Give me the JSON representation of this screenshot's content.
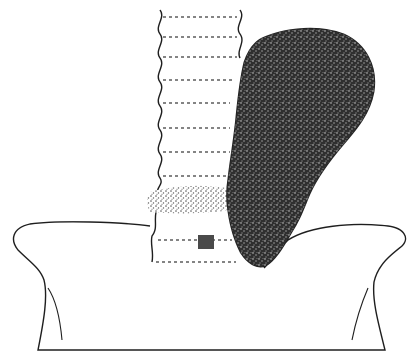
{
  "diagram": {
    "colors": {
      "background": "#ffffff",
      "outline": "#1e1e1e",
      "dashed_rings": "#3a3a3a",
      "mass_fill": "#2f2f2f",
      "mass_speckle": "#d9d9d9",
      "marker": "#4a4a4a"
    },
    "components": [
      "trachea-outline",
      "tracheal-rings",
      "stippled-mass",
      "narrowed-segment",
      "square-marker",
      "shoulder-contour"
    ]
  }
}
